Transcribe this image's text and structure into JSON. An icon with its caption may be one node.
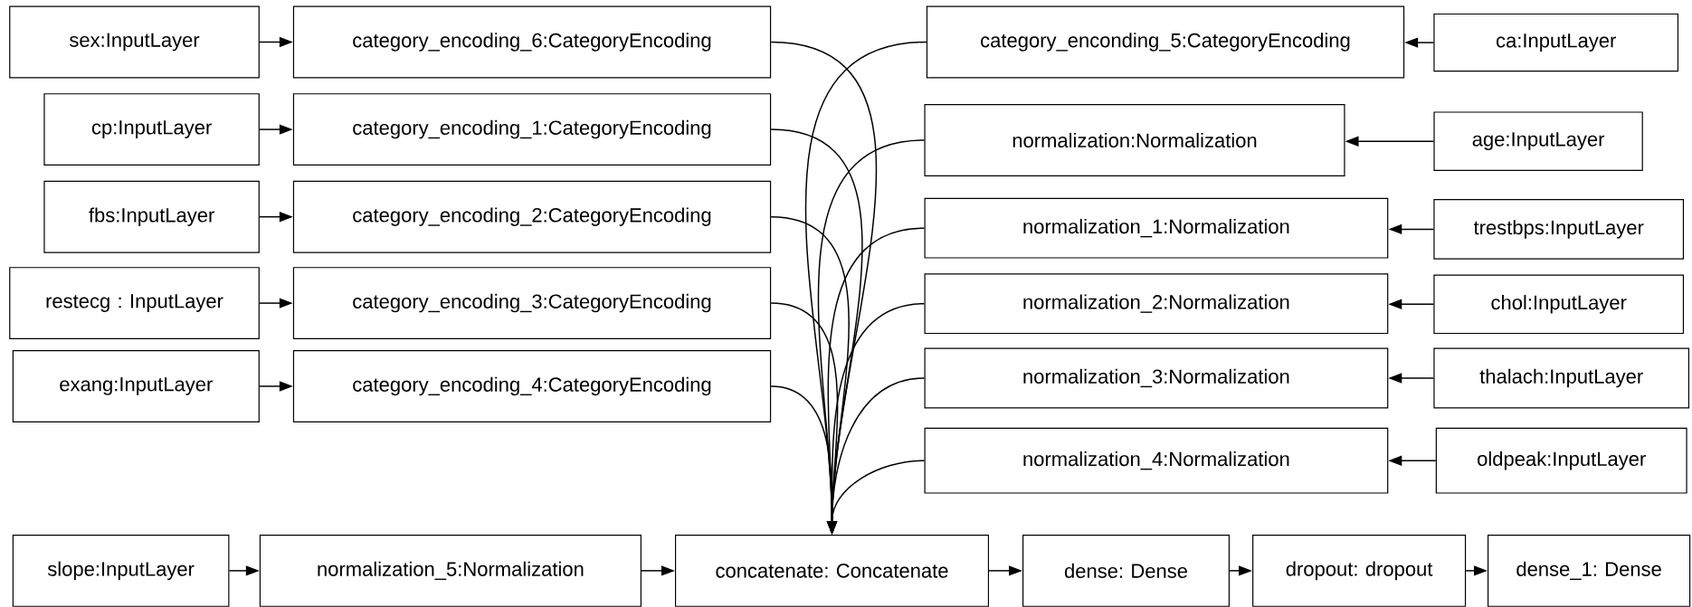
{
  "diagram": {
    "nodes": [
      {
        "text": [
          "sex:InputLayer"
        ]
      },
      {
        "text": [
          "category_encoding_6:CategoryEncoding"
        ]
      },
      {
        "text": [
          "cp:InputLayer"
        ]
      },
      {
        "text": [
          "category_encoding_1:CategoryEncoding"
        ]
      },
      {
        "text": [
          "fbs:InputLayer"
        ]
      },
      {
        "text": [
          "category_encoding_2:CategoryEncoding"
        ]
      },
      {
        "text": [
          "restecg : InputLayer"
        ]
      },
      {
        "text": [
          "category_encoding_3:CategoryEncoding"
        ]
      },
      {
        "text": [
          "exang:InputLayer"
        ]
      },
      {
        "text": [
          "category_encoding_4:CategoryEncoding"
        ]
      },
      {
        "text": [
          "category_enconding_5:CategoryEncoding"
        ]
      },
      {
        "text": [
          "ca:InputLayer"
        ]
      },
      {
        "text": [
          "normalization:Normalization"
        ]
      },
      {
        "text": [
          "age:InputLayer"
        ]
      },
      {
        "text": [
          "normalization_1:Normalization"
        ]
      },
      {
        "text": [
          "trestbps:InputLayer"
        ]
      },
      {
        "text": [
          "normalization_2:Normalization"
        ]
      },
      {
        "text": [
          "chol:InputLayer"
        ]
      },
      {
        "text": [
          "normalization_3:Normalization"
        ]
      },
      {
        "text": [
          "thalach:InputLayer"
        ]
      },
      {
        "text": [
          "normalization_4:Normalization"
        ]
      },
      {
        "text": [
          "oldpeak:InputLayer"
        ]
      },
      {
        "text": [
          "slope:InputLayer"
        ]
      },
      {
        "text": [
          "normalization_5:Normalization"
        ]
      },
      {
        "text": [
          "concatenate: Concatenate"
        ]
      },
      {
        "text": [
          "dense: Dense"
        ]
      },
      {
        "text": [
          "dropout: dropout"
        ]
      },
      {
        "text": [
          "dense_1: Dense"
        ]
      }
    ],
    "edges": [
      {
        "from": 0,
        "to": 1,
        "arrow": "to"
      },
      {
        "from": 2,
        "to": 3,
        "arrow": "to"
      },
      {
        "from": 4,
        "to": 5,
        "arrow": "to"
      },
      {
        "from": 6,
        "to": 7,
        "arrow": "to"
      },
      {
        "from": 8,
        "to": 9,
        "arrow": "to"
      },
      {
        "from": 11,
        "to": 10,
        "arrow": "to"
      },
      {
        "from": 13,
        "to": 12,
        "arrow": "to"
      },
      {
        "from": 15,
        "to": 14,
        "arrow": "to"
      },
      {
        "from": 17,
        "to": 16,
        "arrow": "to"
      },
      {
        "from": 19,
        "to": 18,
        "arrow": "to"
      },
      {
        "from": 21,
        "to": 20,
        "arrow": "to"
      },
      {
        "from": 1,
        "to": 24,
        "arrow": "to"
      },
      {
        "from": 3,
        "to": 24,
        "arrow": "to"
      },
      {
        "from": 5,
        "to": 24,
        "arrow": "to"
      },
      {
        "from": 7,
        "to": 24,
        "arrow": "to"
      },
      {
        "from": 9,
        "to": 24,
        "arrow": "to"
      },
      {
        "from": 10,
        "to": 24,
        "arrow": "to"
      },
      {
        "from": 12,
        "to": 24,
        "arrow": "to"
      },
      {
        "from": 14,
        "to": 24,
        "arrow": "to"
      },
      {
        "from": 16,
        "to": 24,
        "arrow": "to"
      },
      {
        "from": 18,
        "to": 24,
        "arrow": "to"
      },
      {
        "from": 20,
        "to": 24,
        "arrow": "to"
      },
      {
        "from": 22,
        "to": 23,
        "arrow": "to"
      },
      {
        "from": 23,
        "to": 24,
        "arrow": "to"
      },
      {
        "from": 24,
        "to": 25,
        "arrow": "to"
      },
      {
        "from": 25,
        "to": 26,
        "arrow": "to"
      },
      {
        "from": 26,
        "to": 27,
        "arrow": "to"
      }
    ]
  }
}
